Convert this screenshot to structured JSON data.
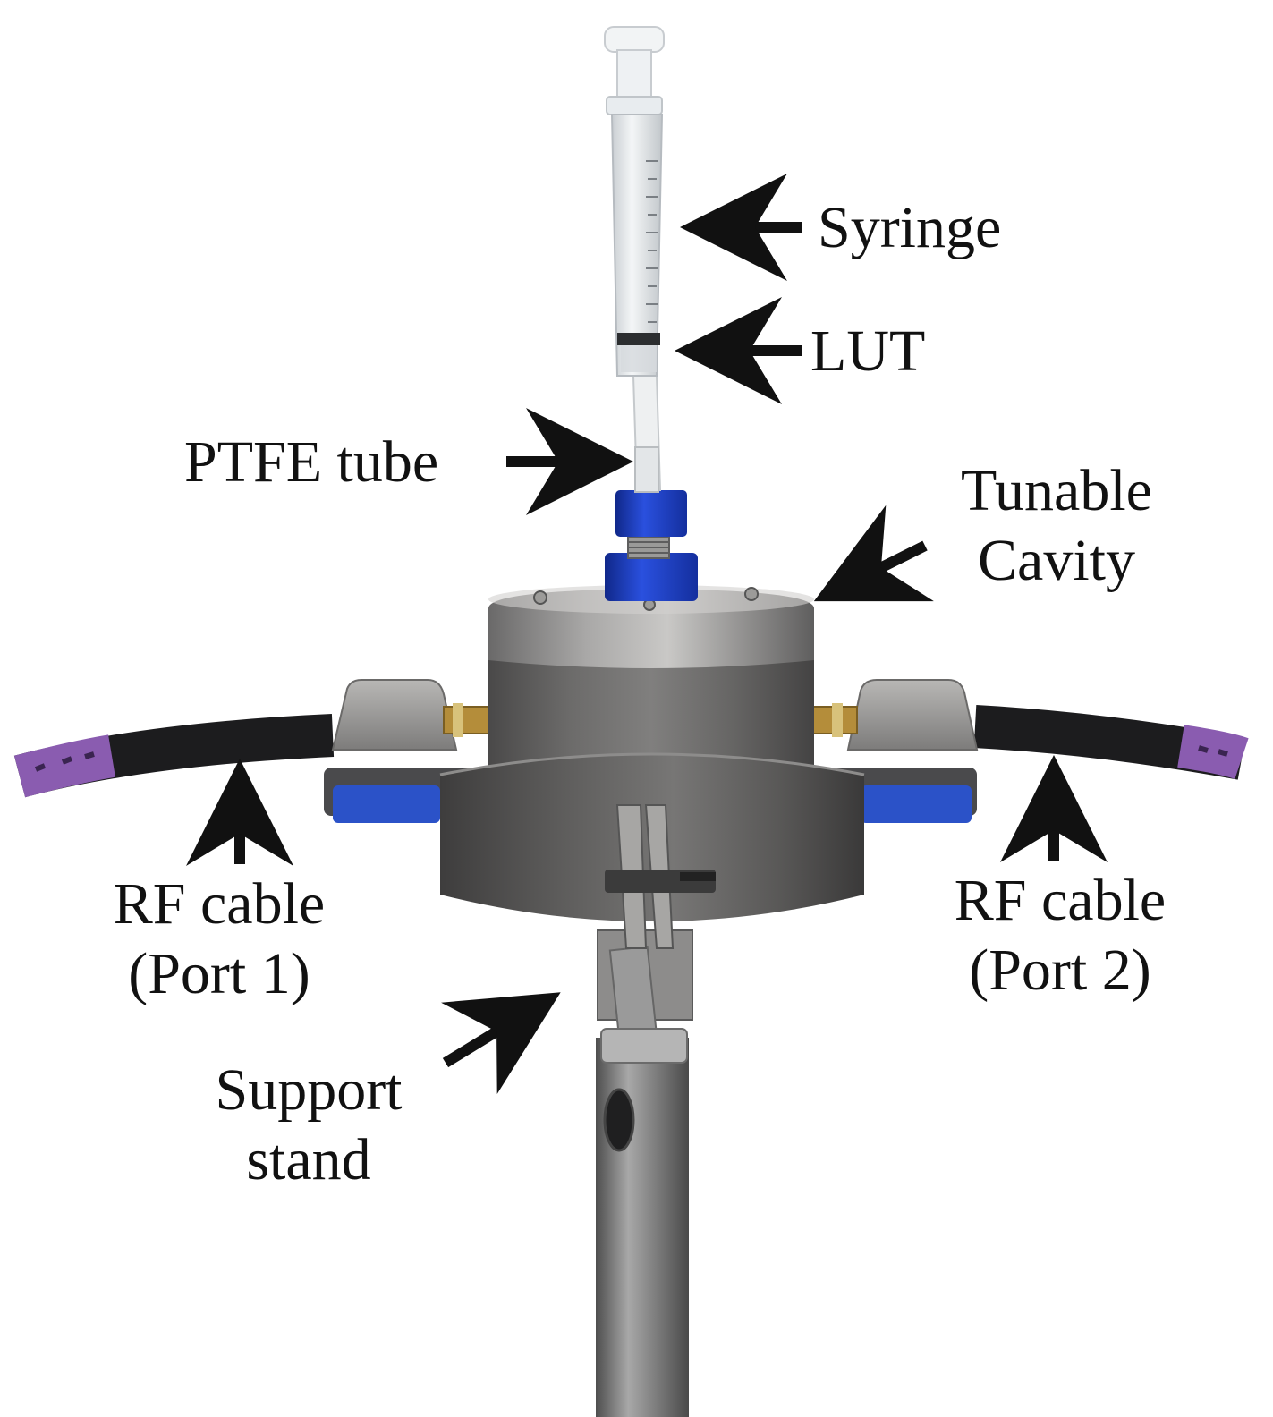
{
  "labels": {
    "syringe": "Syringe",
    "lut": "LUT",
    "ptfe_tube": "PTFE tube",
    "tunable_cavity": [
      "Tunable",
      "Cavity"
    ],
    "rf_cable_port1": [
      "RF cable",
      "(Port 1)"
    ],
    "rf_cable_port2": [
      "RF cable",
      "(Port 2)"
    ],
    "support_stand": [
      "Support",
      "stand"
    ]
  },
  "colors": {
    "background": "#ffffff",
    "text": "#111111",
    "arrow": "#111111",
    "cavity_metal": "#5e5d5c",
    "cavity_cap": "#8a8988",
    "blue_fitting": "#1d3fc4",
    "cable_black": "#1c1c1e",
    "cable_purple": "#8a5cb0",
    "syringe_body": "#e6ebee",
    "support_rod": "#7c7c7c"
  }
}
